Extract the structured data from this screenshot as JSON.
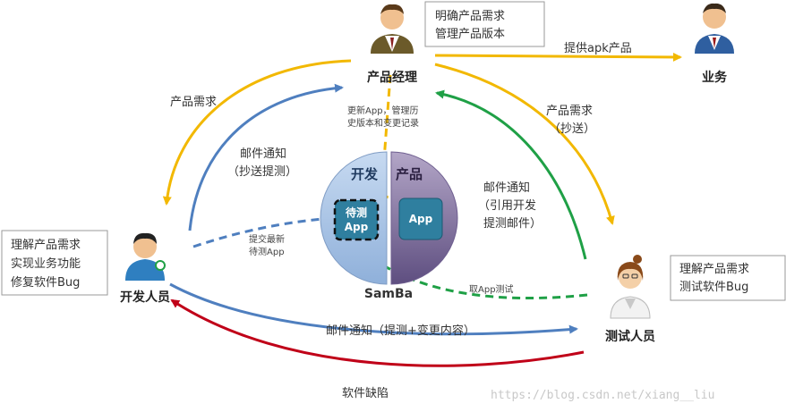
{
  "roles": {
    "product_manager": "产品经理",
    "business": "业务",
    "developer": "开发人员",
    "tester": "测试人员"
  },
  "notes": {
    "pm": [
      "明确产品需求",
      "管理产品版本"
    ],
    "dev": [
      "理解产品需求",
      "实现业务功能",
      "修复软件Bug"
    ],
    "test": [
      "理解产品需求",
      "测试软件Bug"
    ]
  },
  "samba": {
    "left_label": "开发",
    "right_label": "产品",
    "pending_app": [
      "待测",
      "App"
    ],
    "app": "App",
    "name": "SamBa"
  },
  "edges": {
    "provide_apk": "提供apk产品",
    "pm_to_dev_requirement": "产品需求",
    "pm_to_test_requirement": [
      "产品需求",
      "（抄送）"
    ],
    "dev_mail": [
      "邮件通知",
      "（抄送提测）"
    ],
    "test_mail": [
      "邮件通知",
      "（引用开发",
      "提测邮件）"
    ],
    "update_app": [
      "更新App，管理历",
      "史版本和变更记录"
    ],
    "submit_app": [
      "提交最新",
      "待测App"
    ],
    "fetch_app": "取App测试",
    "dev_to_test_mail": "邮件通知（提测+变更内容）",
    "defect": "软件缺陷"
  },
  "watermark": "https://blog.csdn.net/xiang__liu",
  "colors": {
    "yellow": "#F2B800",
    "blue": "#4F7FBF",
    "green": "#1FA046",
    "red": "#C00018",
    "samba_left": "#A9C4E6",
    "samba_right": "#8B7BA6",
    "app_box": "#2F7F9F"
  }
}
